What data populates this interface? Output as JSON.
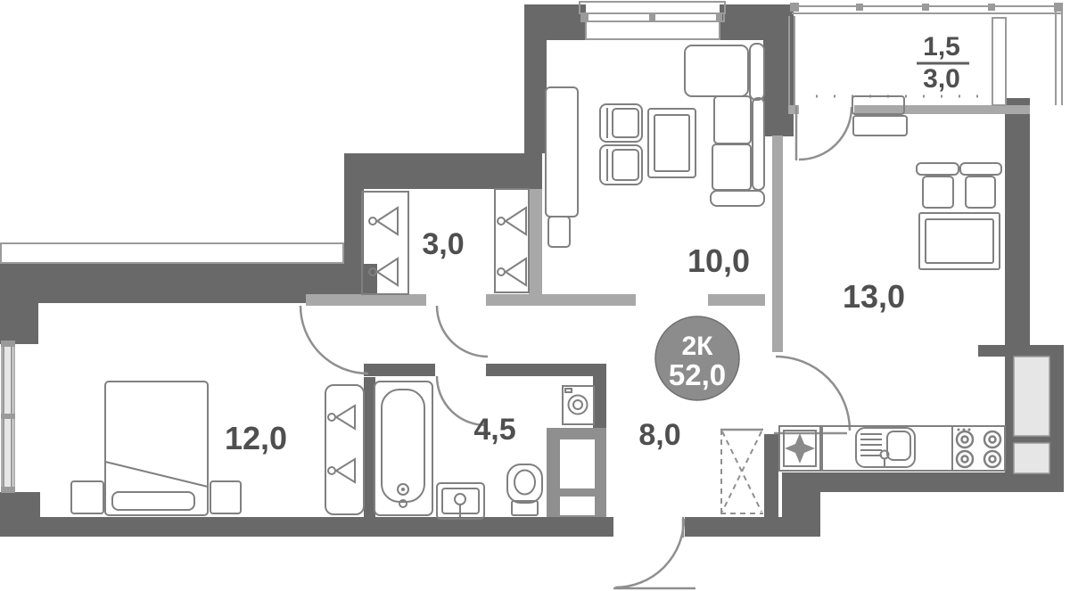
{
  "plan": {
    "badge": {
      "type": "2К",
      "total_area": "52,0"
    },
    "labels": {
      "living": "10,0",
      "wardrobe": "3,0",
      "room": "13,0",
      "bedroom": "12,0",
      "bathroom": "4,5",
      "hallway": "8,0",
      "balcony_reduced": "1,5",
      "balcony_full": "3,0"
    },
    "colors": {
      "wall_dark": "#696969",
      "wall_light": "#a8a8a8",
      "shaft_fill": "#8f8f8f",
      "window_pane": "#e6e6e6",
      "badge_fill": "#8c8c8c",
      "label_text": "#4f4f4f",
      "furniture_stroke": "#808080",
      "background": "#ffffff"
    }
  }
}
